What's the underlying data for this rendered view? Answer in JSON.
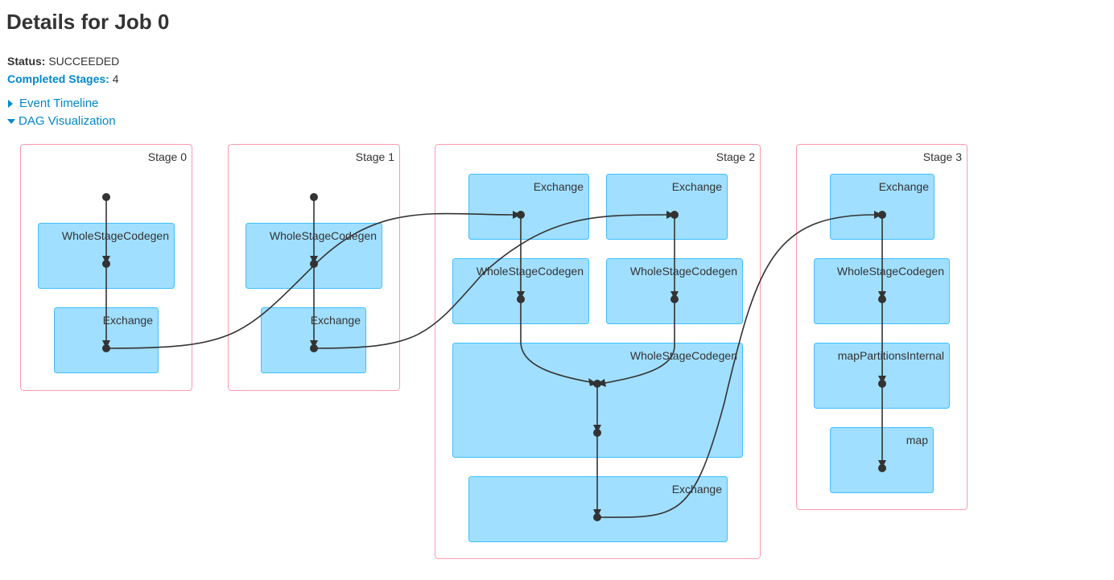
{
  "page": {
    "title": "Details for Job 0"
  },
  "summary": {
    "status_label": "Status:",
    "status_value": "SUCCEEDED",
    "completed_label": "Completed Stages:",
    "completed_value": "4"
  },
  "toggles": {
    "event_timeline": "Event Timeline",
    "dag_visualization": "DAG Visualization"
  },
  "colors": {
    "link": "#0088cc",
    "stage_border": "#ff99ac",
    "cluster_fill": "#a0dfff",
    "cluster_border": "#3ec0ff",
    "edge": "#333333"
  },
  "dag": {
    "stages": [
      {
        "label": "Stage 0",
        "clusters": [
          "WholeStageCodegen",
          "Exchange"
        ]
      },
      {
        "label": "Stage 1",
        "clusters": [
          "WholeStageCodegen",
          "Exchange"
        ]
      },
      {
        "label": "Stage 2",
        "clusters": [
          "Exchange",
          "Exchange",
          "WholeStageCodegen",
          "WholeStageCodegen",
          "WholeStageCodegen",
          "Exchange"
        ]
      },
      {
        "label": "Stage 3",
        "clusters": [
          "Exchange",
          "WholeStageCodegen",
          "mapPartitionsInternal",
          "map"
        ]
      }
    ]
  }
}
